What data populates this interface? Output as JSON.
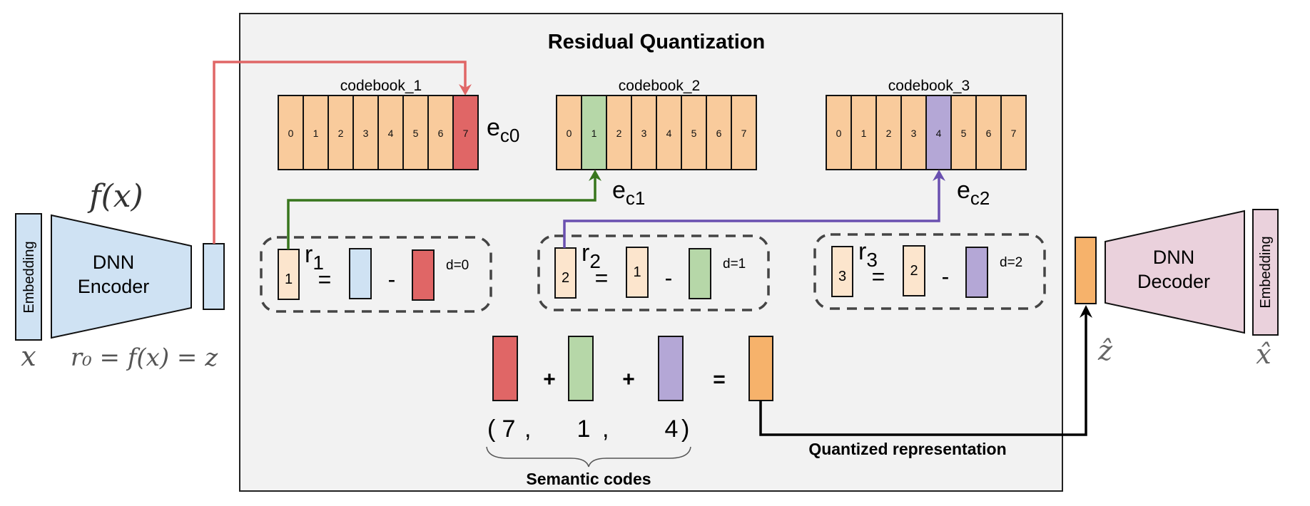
{
  "title": "Residual Quantization",
  "colors": {
    "codebook_cell": "#f9cb9c",
    "selected_0": "#e06666",
    "selected_1": "#b6d7a8",
    "selected_2": "#b4a7d6",
    "encoder": "#cfe2f3",
    "decoder": "#ead1dc",
    "quantized": "#f6b26b",
    "residual": "#fce5cd",
    "panel_bg": "#f2f2f2",
    "arrow_0": "#e06666",
    "arrow_1": "#38761d",
    "arrow_2": "#6a50b0"
  },
  "encoder": {
    "embedding_label": "Embedding",
    "dnn_line1": "DNN",
    "dnn_line2": "Encoder",
    "fx_label": "f(x)",
    "x_label": "x",
    "r0_label": "r₀ = f(x) = z"
  },
  "decoder": {
    "embedding_label": "Embedding",
    "dnn_line1": "DNN",
    "dnn_line2": "Decoder",
    "zhat_label": "ẑ",
    "xhat_label": "x̂"
  },
  "codebooks": [
    {
      "name": "codebook_1",
      "cells": [
        "0",
        "1",
        "2",
        "3",
        "4",
        "5",
        "6",
        "7"
      ],
      "selected": 7,
      "e_label": "e",
      "e_sub": "c0"
    },
    {
      "name": "codebook_2",
      "cells": [
        "0",
        "1",
        "2",
        "3",
        "4",
        "5",
        "6",
        "7"
      ],
      "selected": 1,
      "e_label": "e",
      "e_sub": "c1"
    },
    {
      "name": "codebook_3",
      "cells": [
        "0",
        "1",
        "2",
        "3",
        "4",
        "5",
        "6",
        "7"
      ],
      "selected": 4,
      "e_label": "e",
      "e_sub": "c2"
    }
  ],
  "residuals": [
    {
      "r_label": "r",
      "r_sub": "1",
      "value": "1",
      "lhs_value": "",
      "op_eq": "=",
      "op_minus": "-",
      "d_label": "d=0"
    },
    {
      "r_label": "r",
      "r_sub": "2",
      "value": "2",
      "lhs_value": "1",
      "op_eq": "=",
      "op_minus": "-",
      "d_label": "d=1"
    },
    {
      "r_label": "r",
      "r_sub": "3",
      "value": "3",
      "lhs_value": "2",
      "op_eq": "=",
      "op_minus": "-",
      "d_label": "d=2"
    }
  ],
  "sum_row": {
    "plus1": "+",
    "plus2": "+",
    "equals": "=",
    "codes_open": "(",
    "code_values": [
      "7",
      "1",
      "4"
    ],
    "comma": ",",
    "codes_close": ")",
    "semantic_label": "Semantic codes",
    "quantized_label": "Quantized representation"
  }
}
